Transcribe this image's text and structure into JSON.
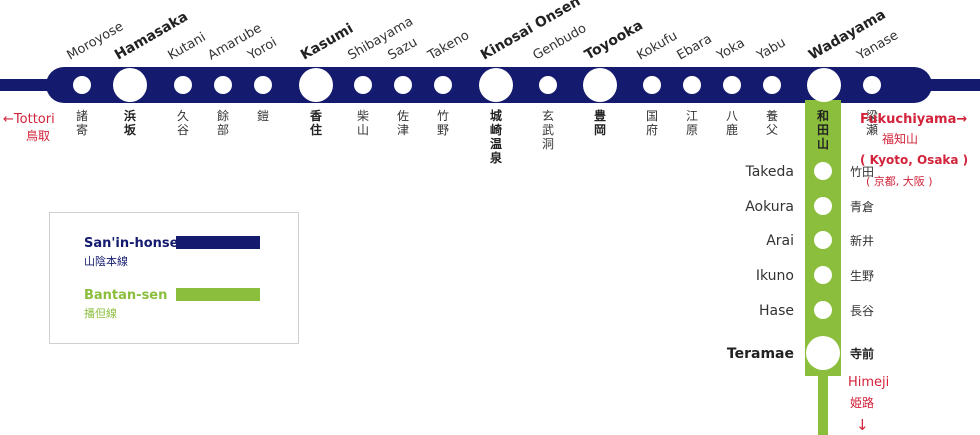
{
  "colors": {
    "sanin": "#141b6e",
    "bantan": "#8cbe3e",
    "accent_red": "#d2233a",
    "station_fill": "#ffffff"
  },
  "sanin_stations": [
    {
      "en": "Moroyose",
      "jp": "諸寄",
      "major": false
    },
    {
      "en": "Hamasaka",
      "jp": "浜坂",
      "major": true
    },
    {
      "en": "Kutani",
      "jp": "久谷",
      "major": false
    },
    {
      "en": "Amarube",
      "jp": "餘部",
      "major": false
    },
    {
      "en": "Yoroi",
      "jp": "鎧",
      "major": false
    },
    {
      "en": "Kasumi",
      "jp": "香住",
      "major": true
    },
    {
      "en": "Shibayama",
      "jp": "柴山",
      "major": false
    },
    {
      "en": "Sazu",
      "jp": "佐津",
      "major": false
    },
    {
      "en": "Takeno",
      "jp": "竹野",
      "major": false
    },
    {
      "en": "Kinosai Onsen",
      "jp": "城崎温泉",
      "major": true
    },
    {
      "en": "Genbudo",
      "jp": "玄武洞",
      "major": false
    },
    {
      "en": "Toyooka",
      "jp": "豊岡",
      "major": true
    },
    {
      "en": "Kokufu",
      "jp": "国府",
      "major": false
    },
    {
      "en": "Ebara",
      "jp": "江原",
      "major": false
    },
    {
      "en": "Yoka",
      "jp": "八鹿",
      "major": false
    },
    {
      "en": "Yabu",
      "jp": "養父",
      "major": false
    },
    {
      "en": "Wadayama",
      "jp": "和田山",
      "major": true
    },
    {
      "en": "Yanase",
      "jp": "梁瀬",
      "major": false
    }
  ],
  "bantan_stations": [
    {
      "en": "Takeda",
      "jp": "竹田",
      "major": false
    },
    {
      "en": "Aokura",
      "jp": "青倉",
      "major": false
    },
    {
      "en": "Arai",
      "jp": "新井",
      "major": false
    },
    {
      "en": "Ikuno",
      "jp": "生野",
      "major": false
    },
    {
      "en": "Hase",
      "jp": "長谷",
      "major": false
    },
    {
      "en": "Teramae",
      "jp": "寺前",
      "major": true
    }
  ],
  "directions": {
    "west": {
      "arrow": "←",
      "en": "Tottori",
      "jp": "鳥取"
    },
    "east": {
      "arrow": "→",
      "en": "Fukuchiyama",
      "jp": "福知山",
      "sub_en": "( Kyoto, Osaka )",
      "sub_jp": "( 京都, 大阪 )"
    },
    "south": {
      "arrow": "↓",
      "en": "Himeji",
      "jp": "姫路"
    }
  },
  "legend": {
    "sanin": {
      "en": "San'in-honsen",
      "jp": "山陰本線"
    },
    "bantan": {
      "en": "Bantan-sen",
      "jp": "播但線"
    }
  }
}
